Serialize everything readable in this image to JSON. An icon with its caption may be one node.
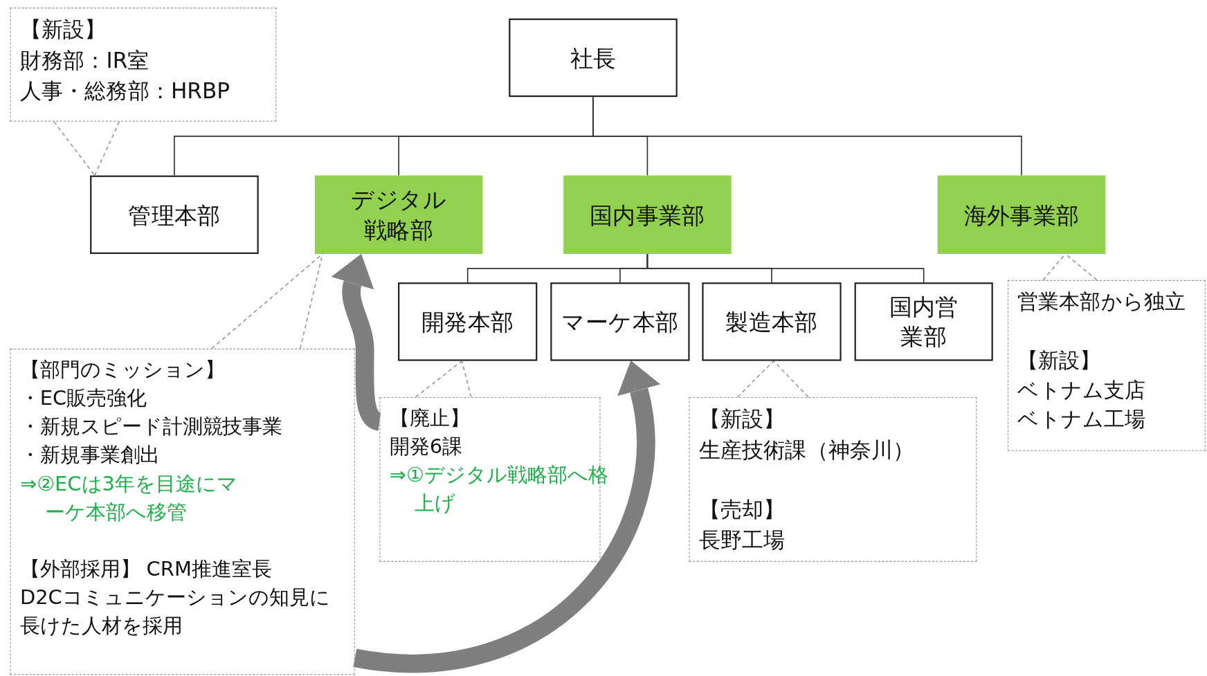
{
  "diagram": {
    "nodes": [
      {
        "text": [
          "社長"
        ]
      },
      {
        "text": [
          "管理本部"
        ]
      },
      {
        "text": [
          "デジタル戦略部"
        ]
      },
      {
        "text": [
          "国内事業部"
        ]
      },
      {
        "text": [
          "海外事業部"
        ]
      },
      {
        "text": [
          "開発本部"
        ]
      },
      {
        "text": [
          "マーケ本部"
        ]
      },
      {
        "text": [
          "製造本部"
        ]
      },
      {
        "text": [
          "国内営業部"
        ]
      },
      {
        "text": [
          "【新設】",
          "財務部：IR室",
          "人事・総務部：HRBP"
        ]
      },
      {
        "text": [
          "【部門のミッション】",
          "・EC販売強化",
          "・新規スピード計測競技事業",
          "・新規事業創出",
          "⇒②ECは3年を目途にマーケ本部へ移管",
          "【外部採用】 CRM推進室長",
          "D2Cコミュニケーションの知見に長けた人材を採用"
        ]
      },
      {
        "text": [
          "【廃止】",
          "開発6課",
          "⇒①デジタル戦略部へ格上げ"
        ]
      },
      {
        "text": [
          "【新設】",
          "生産技術課（神奈川）",
          "【売却】",
          "長野工場"
        ]
      },
      {
        "text": [
          "営業本部から独立",
          "【新設】",
          "ベトナム支店",
          "ベトナム工場"
        ]
      }
    ],
    "edges": [
      {
        "from": 0,
        "to": 1,
        "arrow": "none"
      },
      {
        "from": 0,
        "to": 2,
        "arrow": "none"
      },
      {
        "from": 0,
        "to": 3,
        "arrow": "none"
      },
      {
        "from": 0,
        "to": 4,
        "arrow": "none"
      },
      {
        "from": 3,
        "to": 5,
        "arrow": "none"
      },
      {
        "from": 3,
        "to": 6,
        "arrow": "none"
      },
      {
        "from": 3,
        "to": 7,
        "arrow": "none"
      },
      {
        "from": 3,
        "to": 8,
        "arrow": "none"
      },
      {
        "from": 9,
        "to": 1,
        "arrow": "none",
        "style": "dashed",
        "color": "#999999"
      },
      {
        "from": 10,
        "to": 2,
        "arrow": "none",
        "style": "dashed",
        "color": "#999999"
      },
      {
        "from": 11,
        "to": 5,
        "arrow": "none",
        "style": "dashed",
        "color": "#999999"
      },
      {
        "from": 12,
        "to": 7,
        "arrow": "none",
        "style": "dashed",
        "color": "#999999"
      },
      {
        "from": 13,
        "to": 4,
        "arrow": "none",
        "style": "dashed",
        "color": "#999999"
      },
      {
        "from": 11,
        "to": 2,
        "arrow": "to",
        "style": "thick",
        "color": "#7f7f7f"
      },
      {
        "from": 10,
        "to": 6,
        "arrow": "to",
        "style": "thick",
        "color": "#7f7f7f"
      }
    ]
  }
}
